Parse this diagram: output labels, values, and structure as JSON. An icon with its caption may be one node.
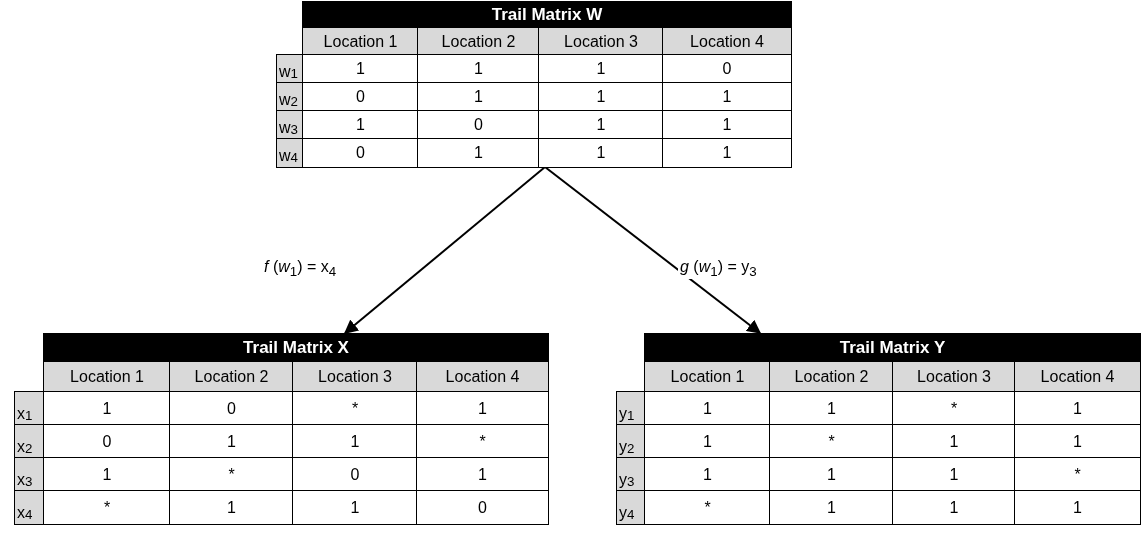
{
  "diagram": {
    "nodes": [
      {
        "text": [
          "Trail Matrix W",
          "Location 1",
          "Location 2",
          "Location 3",
          "Location 4",
          "w$_{1}$",
          "1",
          "1",
          "1",
          "0",
          "w$_{2}$",
          "0",
          "1",
          "1",
          "1",
          "w$_{3}$",
          "1",
          "0",
          "1",
          "1",
          "w$_{4}$",
          "0",
          "1",
          "1",
          "1"
        ]
      },
      {
        "text": [
          "Trail Matrix X",
          "Location 1",
          "Location 2",
          "Location 3",
          "Location 4",
          "x$_{1}$",
          "1",
          "0",
          "*",
          "1",
          "x$_{2}$",
          "0",
          "1",
          "1",
          "*",
          "x$_{3}$",
          "1",
          "*",
          "0",
          "1",
          "x$_{4}$",
          "*",
          "1",
          "1",
          "0"
        ]
      },
      {
        "text": [
          "Trail Matrix Y",
          "Location 1",
          "Location 2",
          "Location 3",
          "Location 4",
          "y$_{1}$",
          "1",
          "1",
          "*",
          "1",
          "y$_{2}$",
          "1",
          "*",
          "1",
          "1",
          "y$_{3}$",
          "1",
          "1",
          "1",
          "*",
          "y$_{4}$",
          "*",
          "1",
          "1",
          "1"
        ]
      }
    ],
    "edges": [
      {
        "from": 0,
        "to": 1,
        "arrow": "to",
        "label": "*f* (*w*$_{1}$) = x$_{4}$"
      },
      {
        "from": 0,
        "to": 2,
        "arrow": "to",
        "label": "*g* (*w*$_{1}$) = y$_{3}$"
      }
    ]
  }
}
